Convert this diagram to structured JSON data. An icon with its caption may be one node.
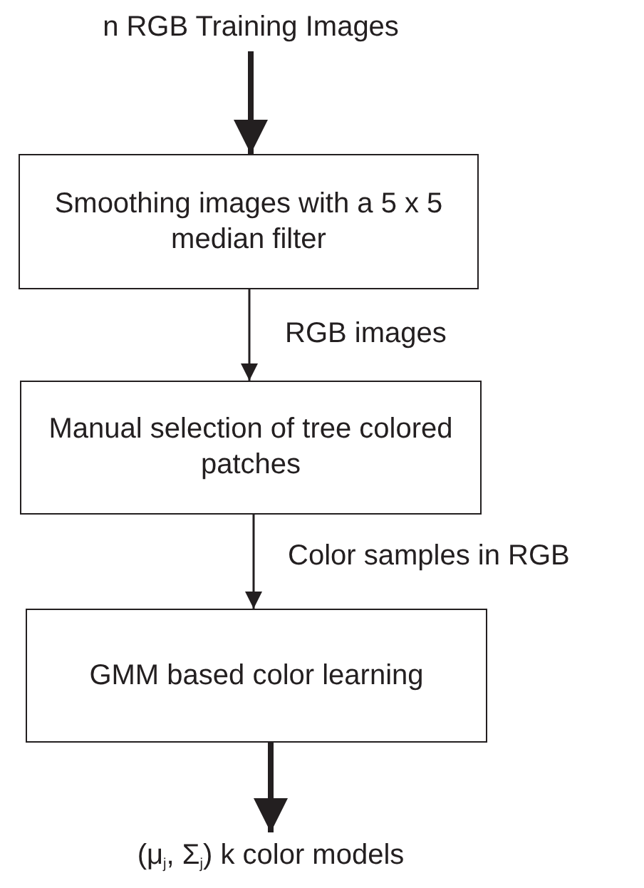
{
  "diagram": {
    "nodes": [
      {
        "text": [
          "n RGB Training Images"
        ]
      },
      {
        "text": [
          "Smoothing images with a 5 x 5 median filter"
        ]
      },
      {
        "text": [
          "Manual selection of tree colored patches"
        ]
      },
      {
        "text": [
          "GMM based color learning"
        ]
      },
      {
        "text": [
          "(μ$_{j}$, Σ$_{j}$) k color models"
        ]
      }
    ],
    "edges": [
      {
        "from": 0,
        "to": 1,
        "arrow": "to",
        "style": "thick"
      },
      {
        "from": 1,
        "to": 2,
        "arrow": "to",
        "label": "RGB images"
      },
      {
        "from": 2,
        "to": 3,
        "arrow": "to",
        "label": "Color samples in RGB"
      },
      {
        "from": 3,
        "to": 4,
        "arrow": "to",
        "style": "thick"
      }
    ]
  }
}
